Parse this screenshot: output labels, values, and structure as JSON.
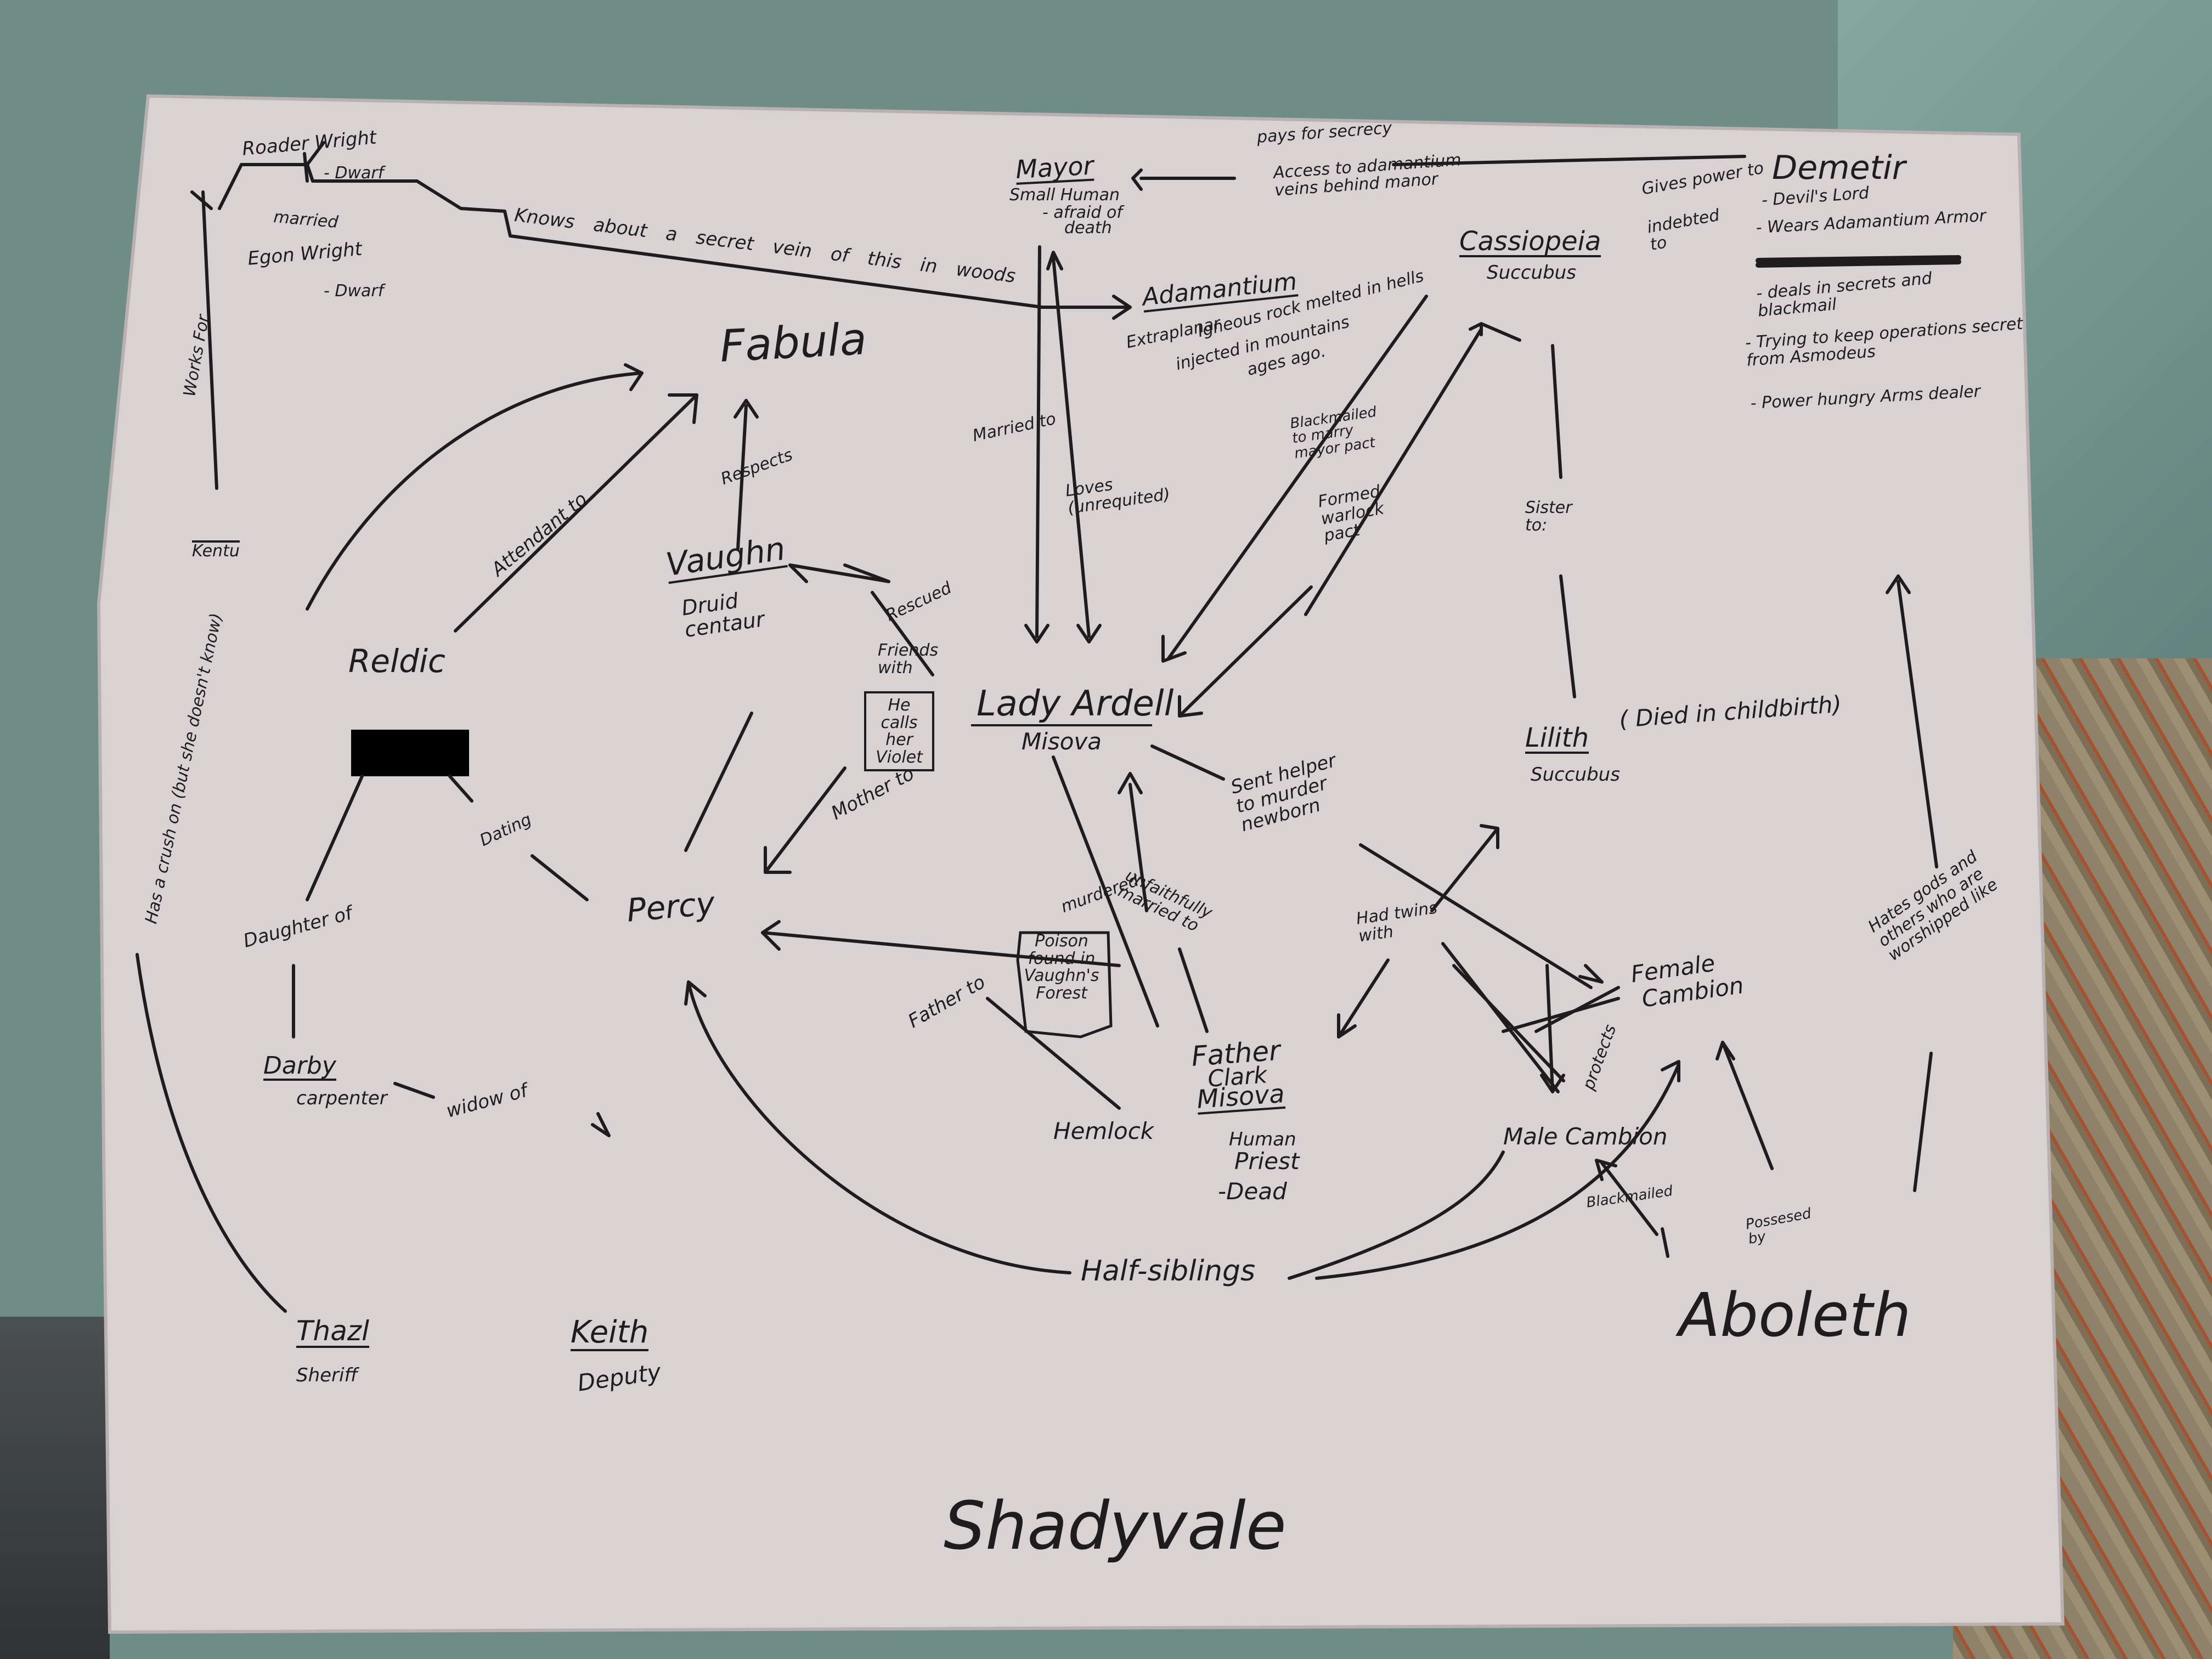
{
  "board_title": "Shadyvale",
  "nodes": {
    "fabula": "Fabula",
    "vaughn": "Vaughn",
    "vaughn_desc": "Druid centaur",
    "reldic": "Reldic",
    "percy": "Percy",
    "darby": "Darby",
    "darby_desc": "carpenter",
    "lady_ardell": "Lady Ardell",
    "lady_ardell_surname": "Misova",
    "father_clark_1": "Father",
    "father_clark_2": "Clark",
    "father_clark_3": "Misova",
    "father_clark_desc_1": "Human",
    "father_clark_desc_2": "Priest",
    "father_clark_desc_3": "-Dead",
    "hemlock": "Hemlock",
    "mayor": "Mayor",
    "mayor_desc_1": "Small Human",
    "mayor_desc_2": "- afraid of",
    "mayor_desc_3": "death",
    "adamantium": "Adamantium",
    "adamantium_desc_1": "Extraplanar",
    "adamantium_desc_2": "Igneous rock melted in hells",
    "adamantium_desc_3": "injected in mountains",
    "adamantium_desc_4": "ages ago.",
    "cassiopeia": "Cassiopeia",
    "cassiopeia_desc": "Succubus",
    "demetir": "Demetir",
    "demetir_notes": [
      "- Devil's Lord",
      "- Wears Adamantium Armor",
      "- deals in secrets and blackmail",
      "- Trying to keep operations secret from Asmodeus",
      "- Power hungry Arms dealer"
    ],
    "lilith": "Lilith",
    "lilith_desc": "Succubus",
    "lilith_note": "( Died in childbirth)",
    "female_cambion_1": "Female",
    "female_cambion_2": "Cambion",
    "male_cambion": "Male Cambion",
    "aboleth": "Aboleth",
    "roader_wright": "Roader Wright",
    "roader_desc": "- Dwarf",
    "egon_wright": "Egon Wright",
    "egon_desc": "- Dwarf",
    "kentu": "Kentu",
    "thazl": "Thazl",
    "thazl_desc": "Sheriff",
    "keith": "Keith",
    "keith_desc": "Deputy",
    "violet_box": "He calls her Violet",
    "poison_box": "Poison found in Vaughn's Forest"
  },
  "edge_labels": {
    "works_for": "Works For",
    "married": "married",
    "knows_vein": "Knows about a secret vein of this in woods",
    "pays_for_secrecy": "pays for secrecy",
    "access": "Access to adamantium veins behind manor",
    "gives_power": "Gives power to",
    "indebted": "indebted to",
    "married_to": "Married to",
    "loves": "Loves (unrequited)",
    "blackmailed_marry": "Blackmailed to marry mayor pact",
    "formed_pact": "Formed warlock pact",
    "sister_to": "Sister to:",
    "respects": "Respects",
    "attendant_to": "Attendant to",
    "rescued": "Rescued",
    "friends_with": "Friends with",
    "crush": "Has a crush on (but she doesn't know)",
    "dating": "Dating",
    "daughter_of": "Daughter of",
    "widow_of": "widow of",
    "mother_to": "Mother to",
    "father_to": "Father to",
    "murdered": "murdered",
    "unfaithfully_married": "unfaithfully married to",
    "sent_helper": "Sent helper to murder newborn",
    "had_twins": "Had twins with",
    "protects": "protects",
    "blackmailed": "Blackmailed",
    "possessed_by": "Possesed by",
    "hates_gods": "Hates gods and others who are worshipped like",
    "half_siblings": "Half-siblings"
  }
}
